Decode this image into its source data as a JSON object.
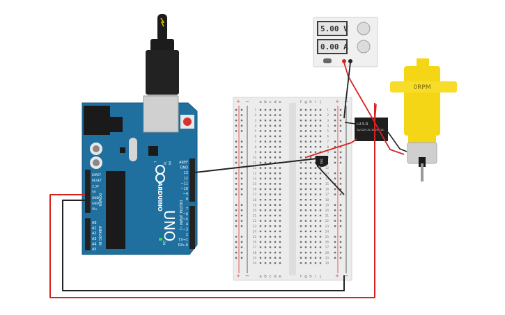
{
  "power_supply": {
    "voltage": "5.00 V",
    "current": "0.00 A"
  },
  "arduino": {
    "brand": "ARDUINO",
    "model": "UNO",
    "digital_label": "DIGITAL (PWM ~)",
    "power_label": "POWER",
    "analog_label": "ANALOG IN",
    "tx": "TX",
    "rx": "RX",
    "l": "L",
    "on": "ON",
    "left_pins": [
      "IOREF",
      "RESET",
      "3.3V",
      "5V",
      "GND",
      "GND",
      "Vin"
    ],
    "analog_pins": [
      "A0",
      "A1",
      "A2",
      "A3",
      "A4",
      "A5"
    ],
    "right_pins": [
      "AREF",
      "GND",
      "13",
      "12",
      "~11",
      "~10",
      "~9",
      "8",
      "7",
      "~6",
      "~5",
      "4",
      "~3",
      "2",
      "TX→1",
      "RX←0"
    ]
  },
  "breadboard": {
    "cols_left": [
      "a",
      "b",
      "c",
      "d",
      "e"
    ],
    "cols_right": [
      "f",
      "g",
      "h",
      "i",
      "j"
    ],
    "rows": [
      "1",
      "2",
      "3",
      "4",
      "5",
      "6",
      "7",
      "8",
      "9",
      "10",
      "11",
      "12",
      "13",
      "14",
      "15",
      "16",
      "17",
      "18",
      "19",
      "20",
      "21",
      "22",
      "23",
      "24",
      "25",
      "26",
      "27",
      "28",
      "29",
      "30"
    ],
    "plus": "+",
    "minus": "−"
  },
  "relay": {
    "label": "LU-5-R",
    "spec": "3A/120V AC 3A/24V DC"
  },
  "transistor": {
    "label": "5N4"
  },
  "motor": {
    "label": "0RPM"
  },
  "colors": {
    "arduino": "#1f6f9f",
    "wire_red": "#d82222",
    "wire_black": "#222222",
    "motor": "#f5d617",
    "breadboard": "#ececec"
  }
}
